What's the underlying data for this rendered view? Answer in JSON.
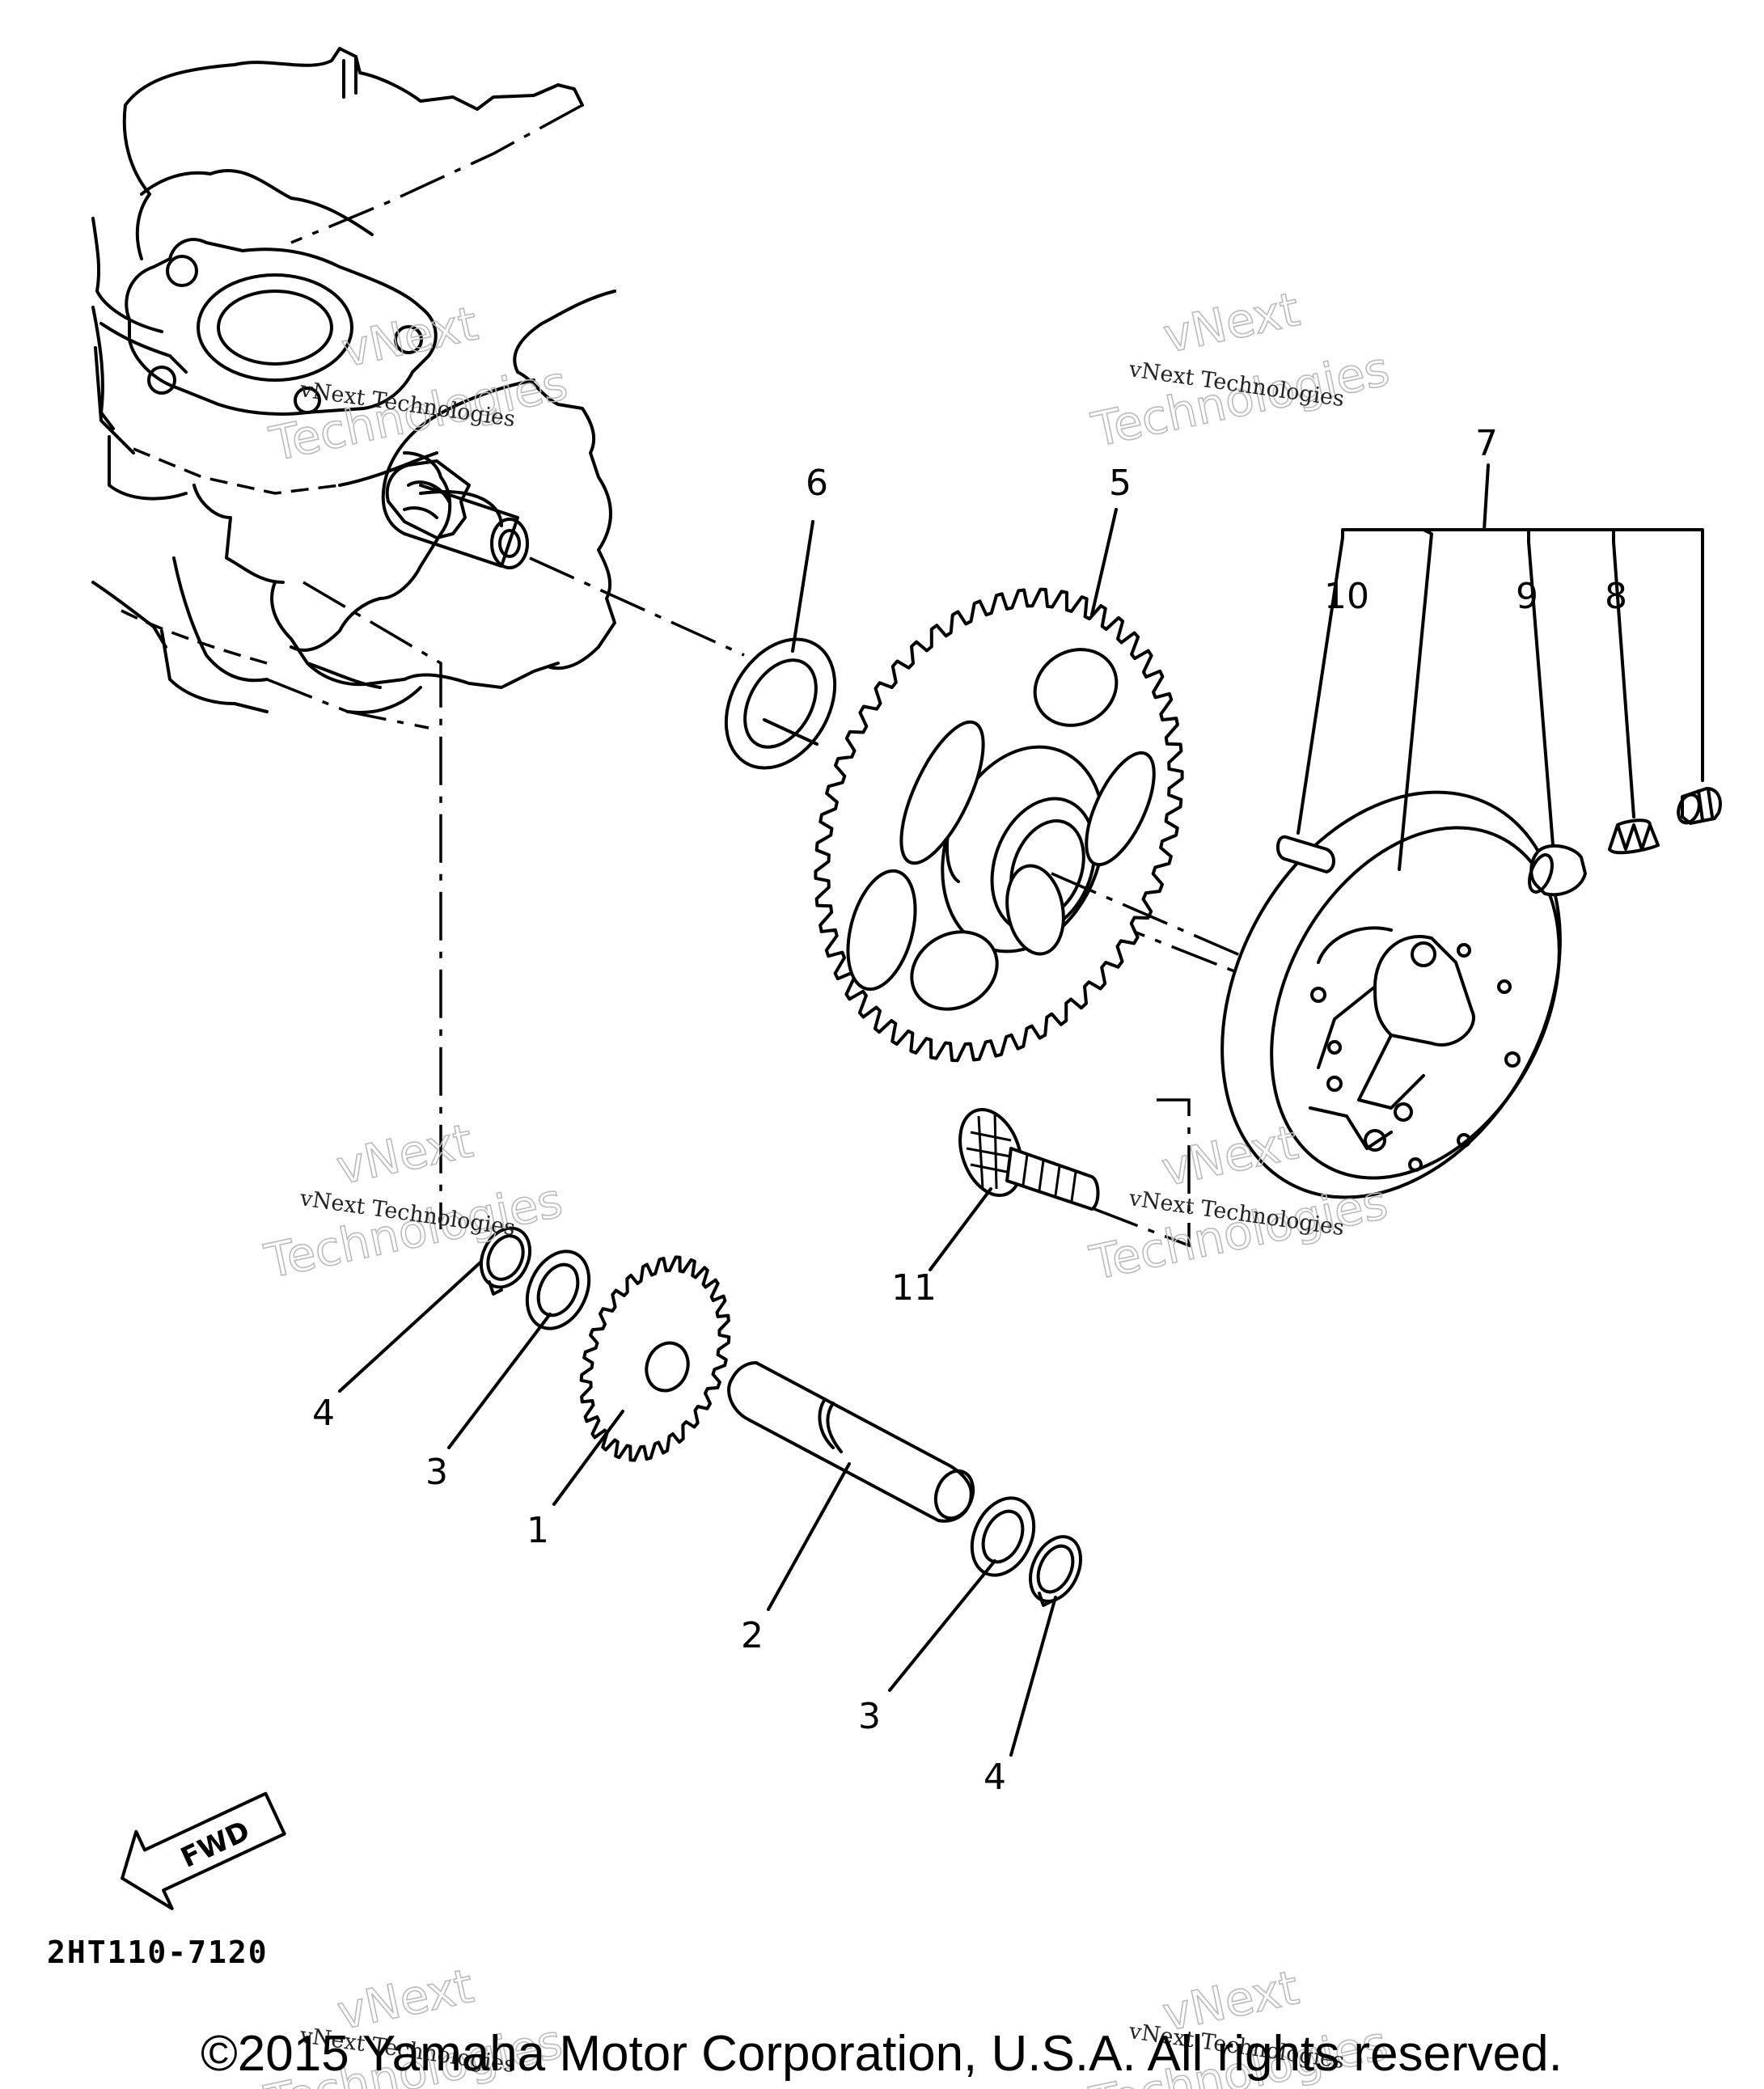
{
  "diagram": {
    "callouts": {
      "c1": "1",
      "c2": "2",
      "c3a": "3",
      "c3b": "3",
      "c4a": "4",
      "c4b": "4",
      "c5": "5",
      "c6": "6",
      "c7": "7",
      "c8": "8",
      "c9": "9",
      "c10": "10",
      "c11": "11"
    },
    "fwd_label": "FWD",
    "diagram_code": "2HT110-7120",
    "watermark": {
      "company": "vNext Technologies",
      "line1": "vNext",
      "line2": "Technologies"
    },
    "copyright": "©2015 Yamaha Motor Corporation, U.S.A. All rights reserved."
  }
}
